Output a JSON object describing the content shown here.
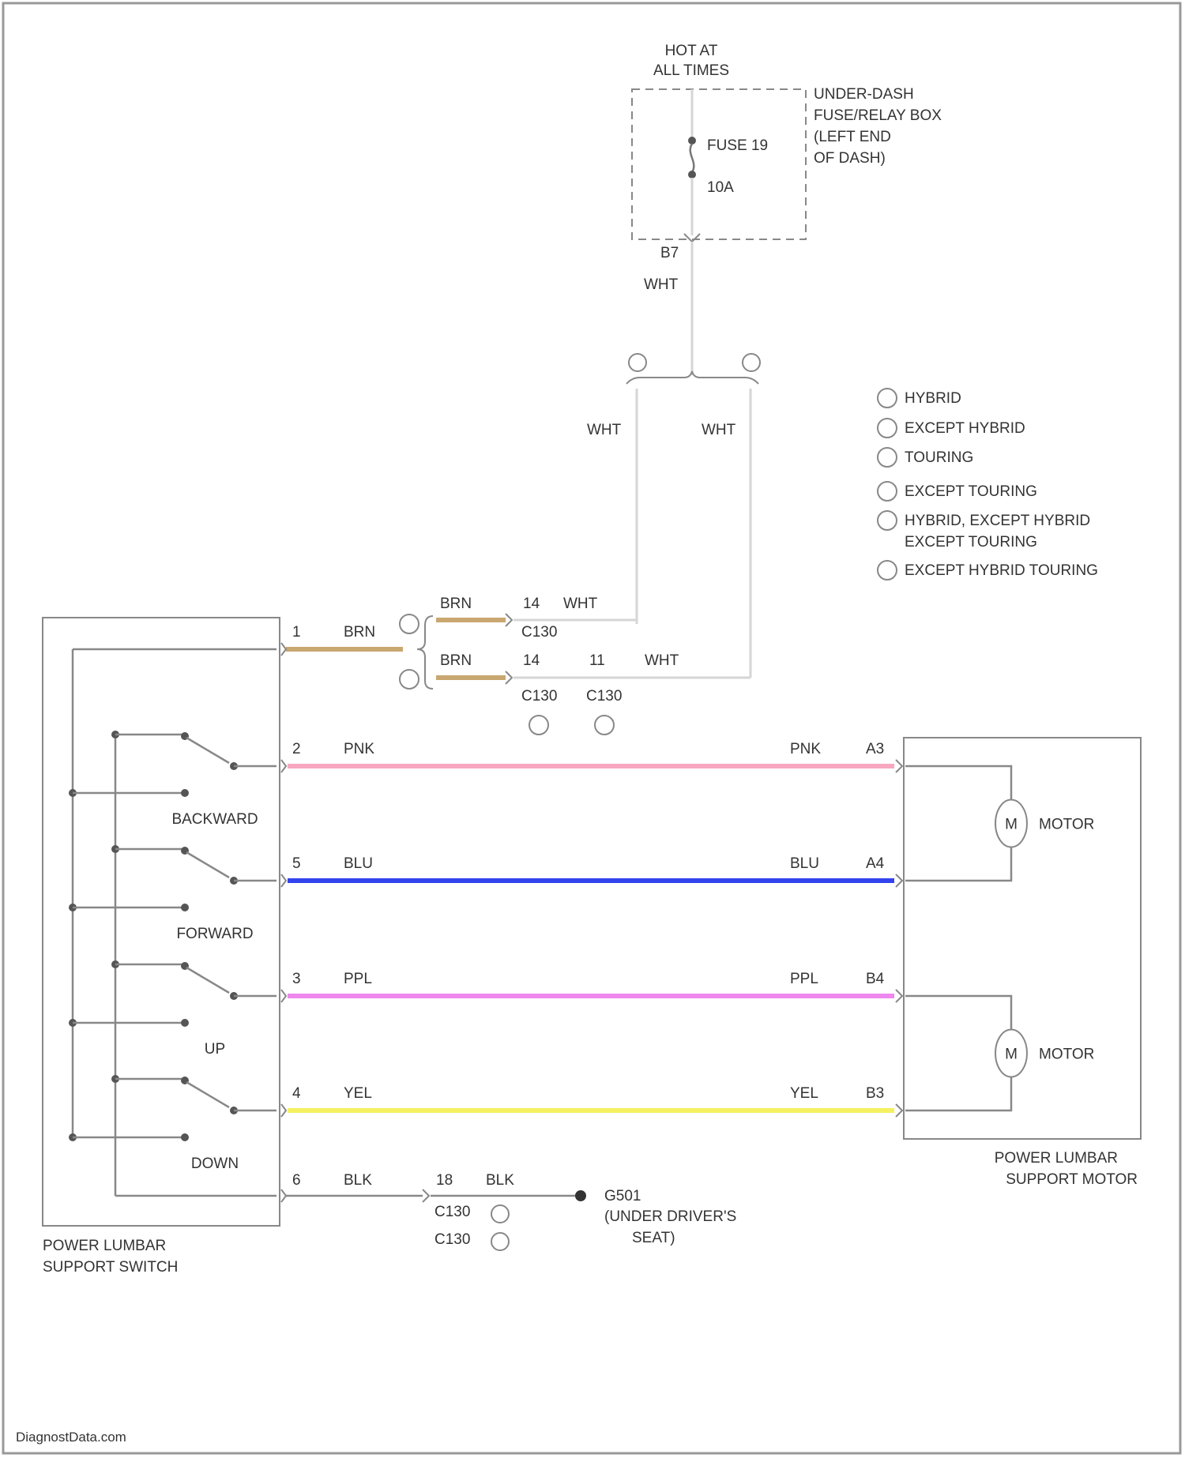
{
  "power": {
    "hot_line1": "HOT AT",
    "hot_line2": "ALL TIMES",
    "box_line1": "UNDER-DASH",
    "box_line2": "FUSE/RELAY BOX",
    "box_line3": "(LEFT END",
    "box_line4": "OF DASH)",
    "fuse_label": "FUSE 19",
    "fuse_rating": "10A",
    "pin": "B7",
    "wire_color": "WHT"
  },
  "branch": {
    "left_wire": "WHT",
    "right_wire": "WHT"
  },
  "legend": [
    {
      "symbol": "1",
      "text": "HYBRID"
    },
    {
      "symbol": "2",
      "text": "EXCEPT HYBRID"
    },
    {
      "symbol": "3",
      "text": "TOURING"
    },
    {
      "symbol": "4",
      "text": "EXCEPT TOURING"
    },
    {
      "symbol": "5",
      "text": "HYBRID, EXCEPT HYBRID",
      "text2": "EXCEPT TOURING"
    },
    {
      "symbol": "6",
      "text": "EXCEPT HYBRID TOURING"
    }
  ],
  "connectors": {
    "top_pin1": "1",
    "top_wire1": "BRN",
    "upper_brn": "BRN",
    "upper_pin": "14",
    "upper_wht": "WHT",
    "upper_conn": "C130",
    "lower_brn": "BRN",
    "lower_pin": "14",
    "lower_pin2": "11",
    "lower_wht": "WHT",
    "lower_conn1": "C130",
    "lower_conn2": "C130"
  },
  "switch": {
    "line1": "POWER LUMBAR",
    "line2": "SUPPORT SWITCH",
    "labels": [
      "BACKWARD",
      "FORWARD",
      "UP",
      "DOWN"
    ]
  },
  "wires": [
    {
      "pin_left": "2",
      "color_left": "PNK",
      "color_right": "PNK",
      "pin_right": "A3",
      "hex": "#f7a8c0"
    },
    {
      "pin_left": "5",
      "color_left": "BLU",
      "color_right": "BLU",
      "pin_right": "A4",
      "hex": "#3344ee"
    },
    {
      "pin_left": "3",
      "color_left": "PPL",
      "color_right": "PPL",
      "pin_right": "B4",
      "hex": "#ee88ee"
    },
    {
      "pin_left": "4",
      "color_left": "YEL",
      "color_right": "YEL",
      "pin_right": "B3",
      "hex": "#f5f060"
    }
  ],
  "motor": {
    "symbol": "M",
    "label": "MOTOR",
    "line1": "POWER LUMBAR",
    "line2": "SUPPORT MOTOR"
  },
  "ground": {
    "pin_left": "6",
    "wire_left": "BLK",
    "conn_pin": "18",
    "wire_right": "BLK",
    "conn1": "C130",
    "conn2": "C130",
    "line1": "G501",
    "line2": "(UNDER DRIVER'S",
    "line3": "SEAT)"
  },
  "footer": "DiagnostData.com"
}
